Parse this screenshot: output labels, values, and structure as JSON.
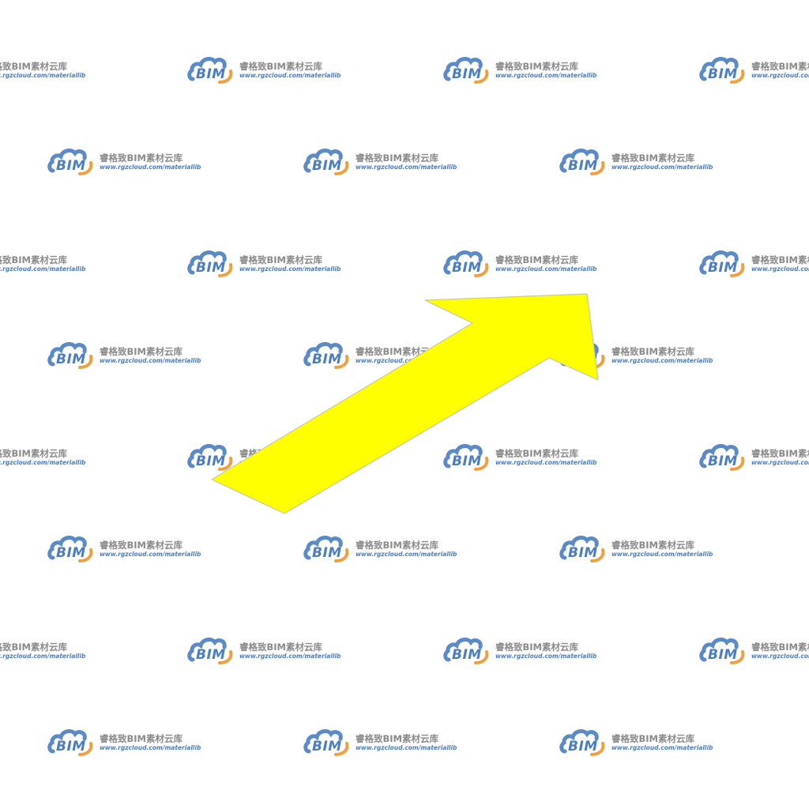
{
  "watermark": {
    "brand": "BIM",
    "name": "睿格致BIM素材云库",
    "url": "www.rgzcloud.com/materiallib",
    "colors": {
      "cloud_blue": "#5b8ac8",
      "cloud_orange": "#f0a040",
      "text_gray": "#8a8a8a",
      "text_blue": "#4a7ec0"
    }
  },
  "arrow": {
    "fill": "#ffff00",
    "stroke": "#c8c8a0",
    "direction": "up-right"
  }
}
